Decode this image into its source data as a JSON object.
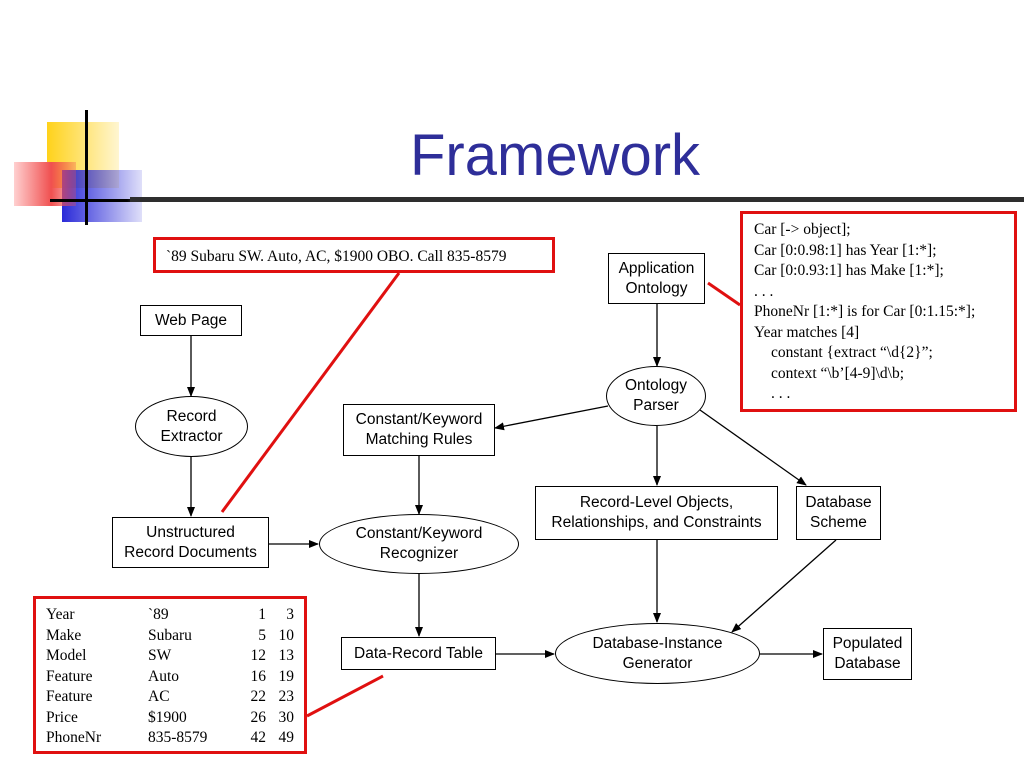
{
  "title": "Framework",
  "nodes": {
    "web_page": "Web Page",
    "record_extractor": [
      "Record",
      "Extractor"
    ],
    "unstructured_docs": [
      "Unstructured",
      "Record Documents"
    ],
    "app_ontology": [
      "Application",
      "Ontology"
    ],
    "ontology_parser": [
      "Ontology",
      "Parser"
    ],
    "matching_rules": [
      "Constant/Keyword",
      "Matching Rules"
    ],
    "recognizer": [
      "Constant/Keyword",
      "Recognizer"
    ],
    "record_level": [
      "Record-Level Objects,",
      "Relationships, and Constraints"
    ],
    "db_scheme": [
      "Database",
      "Scheme"
    ],
    "data_record_table": "Data-Record Table",
    "db_instance_gen": [
      "Database-Instance",
      "Generator"
    ],
    "populated_db": [
      "Populated",
      "Database"
    ]
  },
  "snippet": "`89 Subaru SW. Auto, AC, $1900 OBO. Call 835-8579",
  "ontology_code": [
    "Car [-> object];",
    "Car [0:0.98:1] has Year [1:*];",
    "Car [0:0.93:1] has Make [1:*];",
    ". . .",
    "PhoneNr [1:*] is for  Car [0:1.15:*];",
    "Year matches [4]",
    "constant {extract “\\d{2}”;",
    "context “\\b’[4-9]\\d\\b;",
    ". . ."
  ],
  "record_table": [
    [
      "Year",
      "`89",
      "1",
      "3"
    ],
    [
      "Make",
      "Subaru",
      "5",
      "10"
    ],
    [
      "Model",
      "SW",
      "12",
      "13"
    ],
    [
      "Feature",
      "Auto",
      "16",
      "19"
    ],
    [
      "Feature",
      "AC",
      "22",
      "23"
    ],
    [
      "Price",
      "$1900",
      "26",
      "30"
    ],
    [
      "PhoneNr",
      "835-8579",
      "42",
      "49"
    ]
  ],
  "colors": {
    "title": "#2e2e99",
    "callout_border": "#e01010",
    "logo_yellow": "#ffd21a",
    "logo_blue": "#2a2ad8",
    "logo_red": "#f06060"
  }
}
